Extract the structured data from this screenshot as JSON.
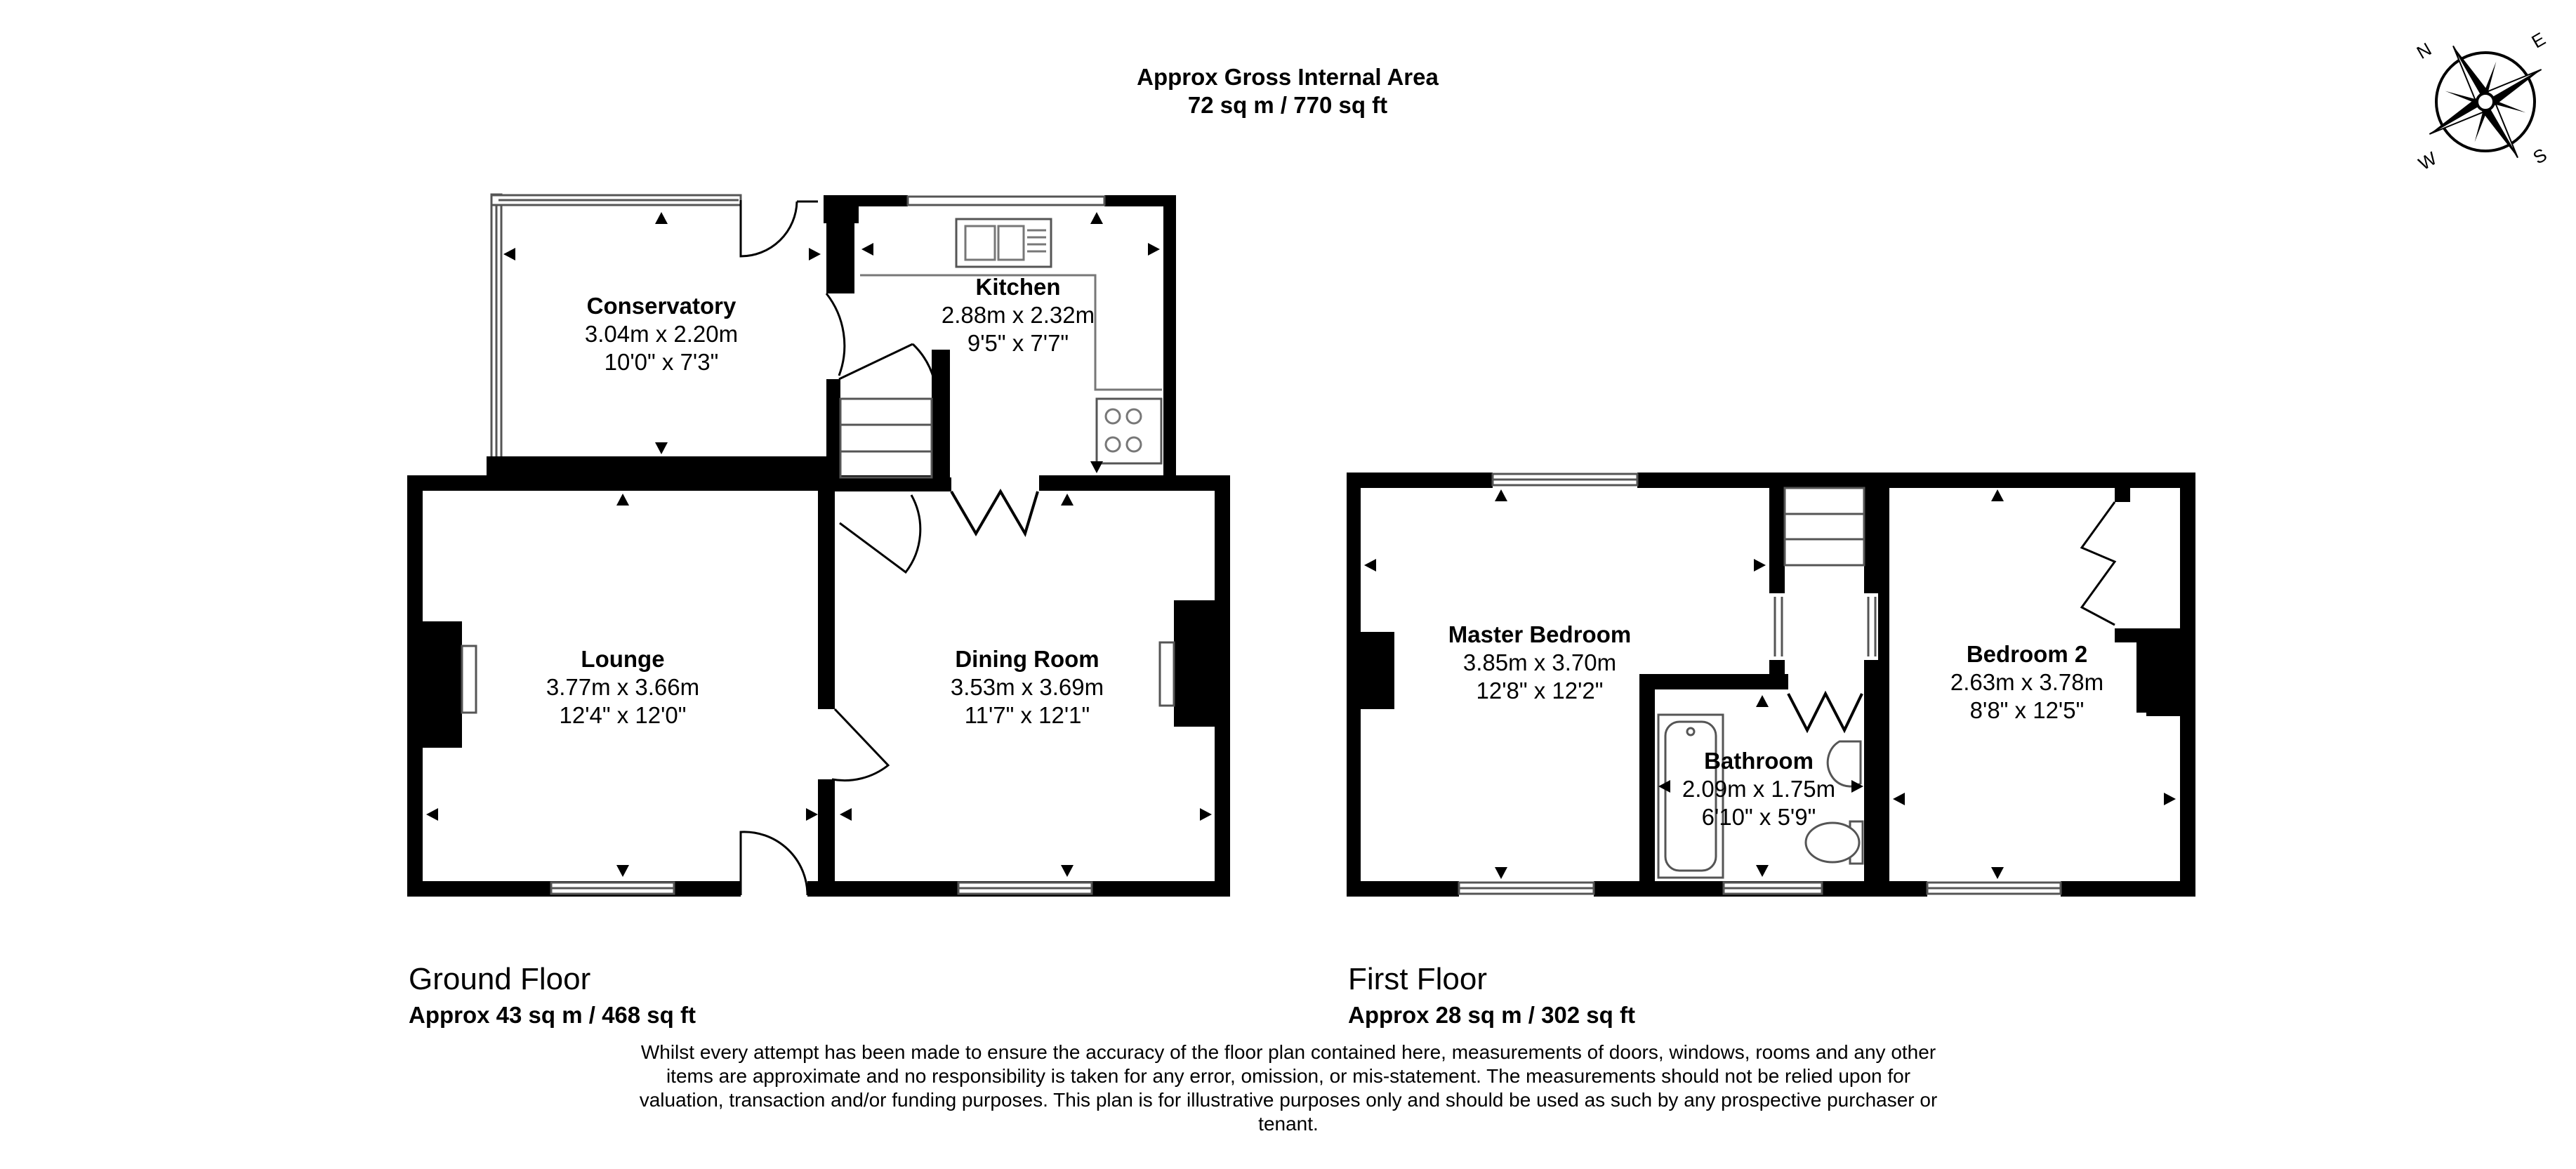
{
  "header": {
    "title": "Approx Gross Internal Area",
    "area": "72 sq m / 770 sq ft"
  },
  "compass": {
    "labels": [
      "N",
      "E",
      "S",
      "W"
    ],
    "icon": "compass-rose-icon"
  },
  "ground_floor": {
    "name": "Ground Floor",
    "area": "Approx 43 sq m / 468 sq ft",
    "rooms": {
      "conservatory": {
        "name": "Conservatory",
        "metric": "3.04m x 2.20m",
        "imperial": "10'0\" x 7'3\""
      },
      "kitchen": {
        "name": "Kitchen",
        "metric": "2.88m x 2.32m",
        "imperial": "9'5\" x 7'7\""
      },
      "lounge": {
        "name": "Lounge",
        "metric": "3.77m x 3.66m",
        "imperial": "12'4\" x 12'0\""
      },
      "dining": {
        "name": "Dining Room",
        "metric": "3.53m x 3.69m",
        "imperial": "11'7\" x 12'1\""
      }
    }
  },
  "first_floor": {
    "name": "First Floor",
    "area": "Approx 28 sq m / 302 sq ft",
    "rooms": {
      "master": {
        "name": "Master Bedroom",
        "metric": "3.85m x 3.70m",
        "imperial": "12'8\" x 12'2\""
      },
      "bathroom": {
        "name": "Bathroom",
        "metric": "2.09m x 1.75m",
        "imperial": "6'10\" x 5'9\""
      },
      "bedroom2": {
        "name": "Bedroom 2",
        "metric": "2.63m x 3.78m",
        "imperial": "8'8\" x 12'5\""
      }
    }
  },
  "disclaimer": "Whilst every attempt has been made to ensure the accuracy of the floor plan contained here, measurements of doors, windows, rooms and any other items are approximate and no responsibility is taken for any error, omission, or mis-statement. The measurements should not be relied upon for valuation, transaction and/or funding purposes. This plan is for illustrative purposes only and should be used as such by any prospective purchaser or tenant.",
  "colors": {
    "wall": "#000000",
    "line": "#555555",
    "background": "#ffffff"
  }
}
